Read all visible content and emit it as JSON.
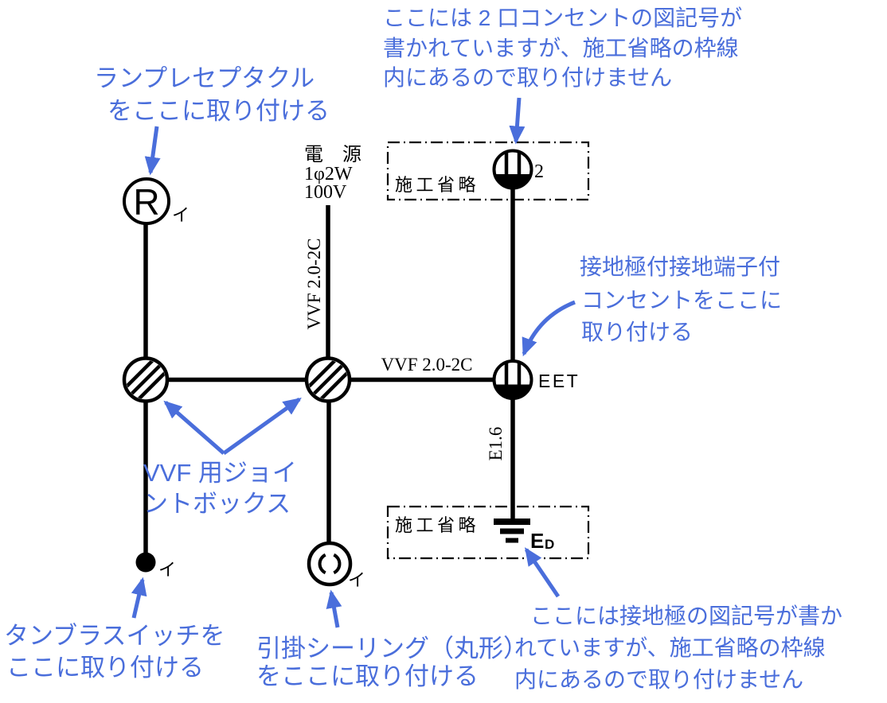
{
  "colors": {
    "annotation_blue": "#4a6edb",
    "diagram_black": "#000000",
    "background": "#ffffff"
  },
  "notes": {
    "outlet2": {
      "line1": "ここには 2 口コンセントの図記号が",
      "line2": "書かれていますが、施工省略の枠線",
      "line3": "内にあるので取り付けません"
    },
    "lamp": {
      "line1": "ランプレセプタクル",
      "line2": "をここに取り付ける"
    },
    "eet": {
      "line1": "接地極付接地端子付",
      "line2": "コンセントをここに",
      "line3": "取り付ける"
    },
    "jointbox": {
      "line1": "VVF 用ジョイ",
      "line2": "ントボックス"
    },
    "switch": {
      "line1": "タンブラスイッチを",
      "line2": "ここに取り付ける"
    },
    "ceiling": {
      "line1": "引掛シーリング（丸形）",
      "line2": "をここに取り付ける"
    },
    "ground": {
      "line1": "ここには接地極の図記号が書か",
      "line2": "れていますが、施工省略の枠線",
      "line3": "内にあるので取り付けません"
    }
  },
  "labels": {
    "power_line1": "電　源",
    "power_line2": "1φ2W",
    "power_line3": "100V",
    "vvf_vertical": "VVF 2.0-2C",
    "vvf_horizontal": "VVF 2.0-2C",
    "e16": "E1.6",
    "omission_top": "施工省略",
    "omission_bottom": "施工省略",
    "outlet_count": "2",
    "eet": "EET",
    "ground_main": "E",
    "ground_sub": "D",
    "receptacle_letter": "R",
    "mark_receptacle": "イ",
    "mark_switch": "イ",
    "mark_ceiling": "イ"
  }
}
